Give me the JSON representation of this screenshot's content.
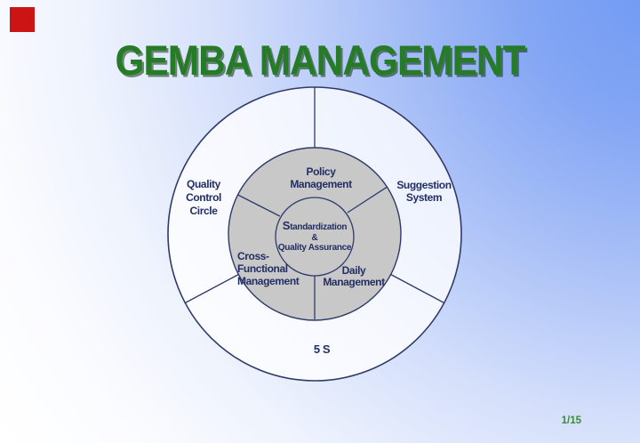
{
  "slide": {
    "title": "GEMBA MANAGEMENT",
    "page_indicator": "1/15"
  },
  "diagram": {
    "center": {
      "line1": "Standardization",
      "line2": "&",
      "line3": "Quality Assurance"
    },
    "middle_ring": {
      "policy": {
        "line1": "Policy",
        "line2": "Management"
      },
      "cross_functional": {
        "line1": "Cross-",
        "line2": "Functional",
        "line3": "Management"
      },
      "daily": {
        "line1": "Daily",
        "line2": "Management"
      }
    },
    "outer_ring": {
      "quality_control_circle": {
        "line1": "Quality",
        "line2": "Control",
        "line3": "Circle"
      },
      "suggestion_system": {
        "line1": "Suggestion",
        "line2": "System"
      },
      "five_s": {
        "line1": "5 S"
      }
    }
  },
  "colors": {
    "title_green": "#267c26",
    "label_navy": "#232e63",
    "line_navy": "#2e3a6b",
    "ring_gray": "#c8c8c8",
    "red_square": "#cc1414",
    "page_number_green": "#3c8a3c",
    "background_blue": "#6f9af3"
  }
}
